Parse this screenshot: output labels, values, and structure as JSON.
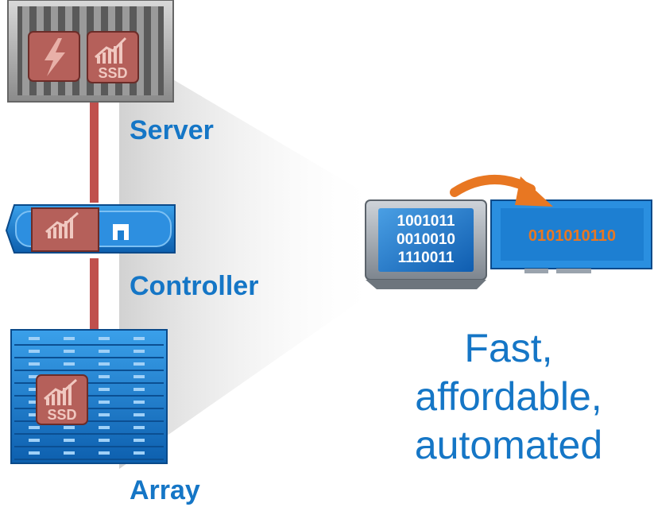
{
  "tiers": {
    "server": "Server",
    "controller": "Controller",
    "array": "Array"
  },
  "badges": {
    "server_ssd": "SSD",
    "array_ssd": "SSD"
  },
  "data_display": {
    "rows": [
      "1001011",
      "0010010",
      "1110011"
    ],
    "card_bits": "0101010110"
  },
  "caption": {
    "line1": "Fast,",
    "line2": "affordable,",
    "line3": "automated"
  },
  "colors": {
    "label_blue": "#1576c6",
    "link_red": "#c0504d",
    "flash_red": "#b5605a",
    "panel_blue": "#1d7fd2",
    "array_blue": "#2a8fe0",
    "arrow_orange": "#e87722"
  },
  "icons": [
    "flash-icon",
    "performance-chart-icon",
    "netapp-logo-icon",
    "curved-arrow-icon"
  ]
}
